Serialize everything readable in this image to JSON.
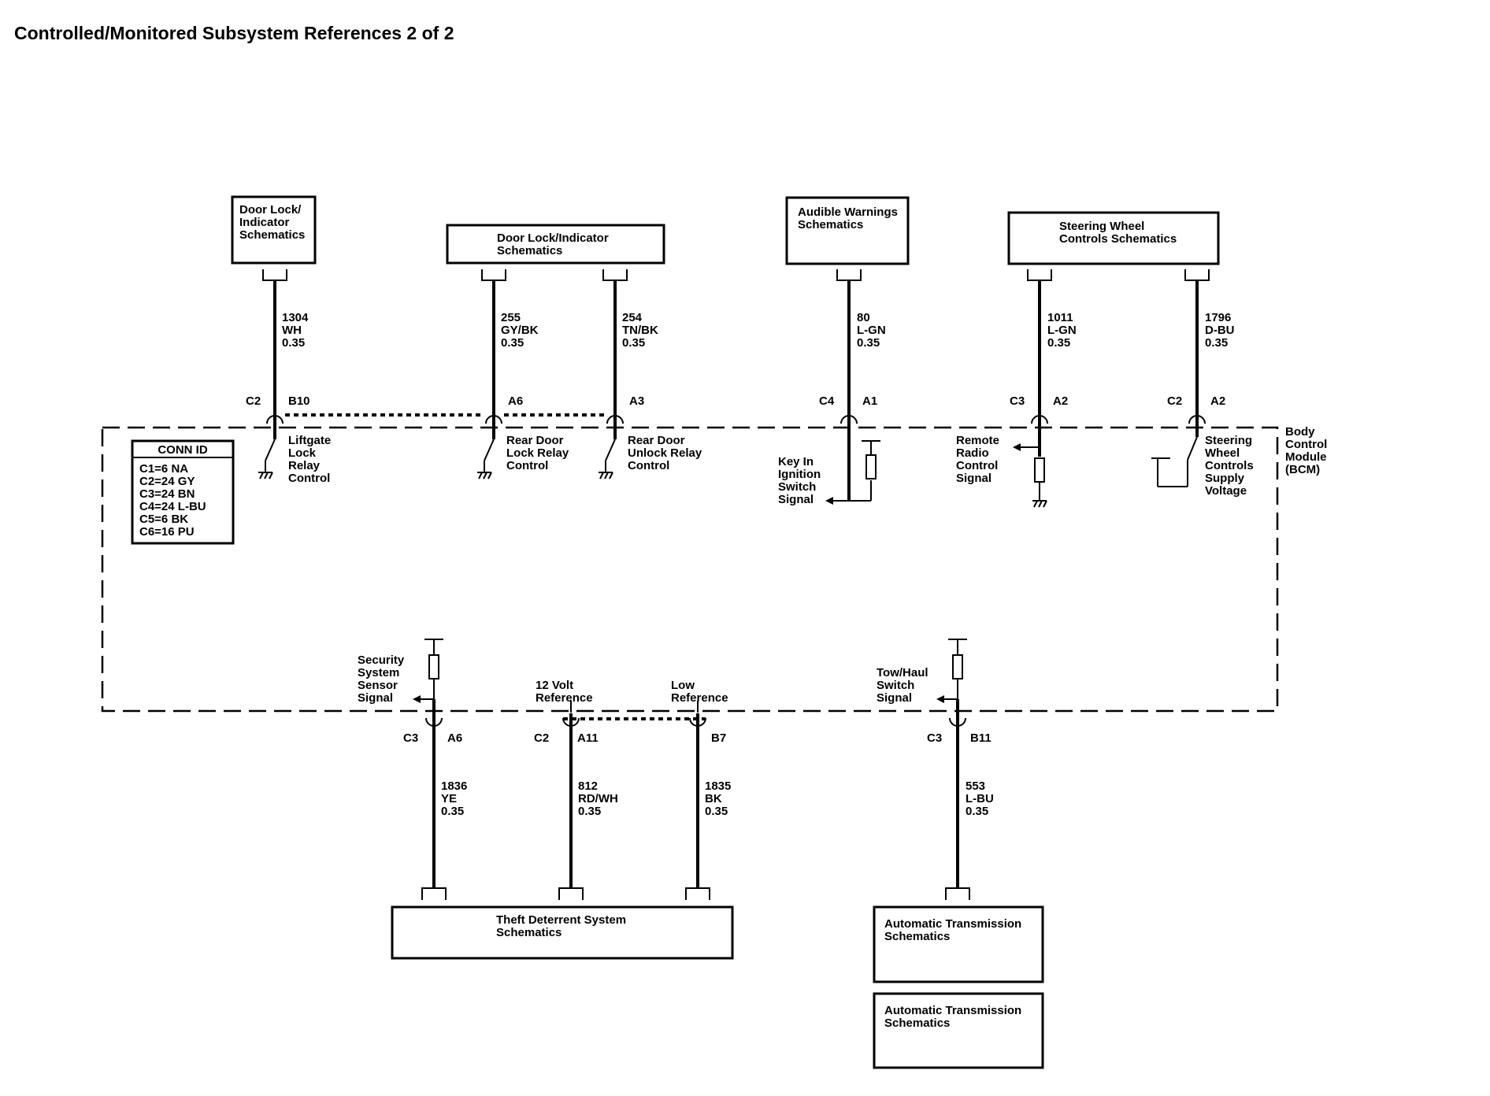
{
  "title": "Controlled/Monitored Subsystem References 2 of 2",
  "module": {
    "label_lines": [
      "Body",
      "Control",
      "Module",
      "(BCM)"
    ]
  },
  "conn_id": {
    "header": "CONN ID",
    "rows": [
      "C1=6 NA",
      "C2=24 GY",
      "C3=24 BN",
      "C4=24 L-BU",
      "C5=6 BK",
      "C6=16 PU"
    ]
  },
  "top_boxes": [
    {
      "lines": [
        "Door Lock/",
        "Indicator",
        "Schematics"
      ]
    },
    {
      "lines": [
        "Door Lock/Indicator",
        "Schematics"
      ]
    },
    {
      "lines": [
        "Audible Warnings",
        "Schematics"
      ]
    },
    {
      "lines": [
        "Steering Wheel",
        "Controls Schematics"
      ]
    }
  ],
  "top_circuits": [
    {
      "circuit": "1304",
      "color": "WH",
      "gauge": "0.35",
      "connector": "C2",
      "pin": "B10",
      "function": [
        "Liftgate",
        "Lock",
        "Relay",
        "Control"
      ]
    },
    {
      "circuit": "255",
      "color": "GY/BK",
      "gauge": "0.35",
      "connector": "",
      "pin": "A6",
      "function": [
        "Rear Door",
        "Lock Relay",
        "Control"
      ]
    },
    {
      "circuit": "254",
      "color": "TN/BK",
      "gauge": "0.35",
      "connector": "",
      "pin": "A3",
      "function": [
        "Rear Door",
        "Unlock Relay",
        "Control"
      ]
    },
    {
      "circuit": "80",
      "color": "L-GN",
      "gauge": "0.35",
      "connector": "C4",
      "pin": "A1",
      "function": [
        "Key In",
        "Ignition",
        "Switch",
        "Signal"
      ]
    },
    {
      "circuit": "1011",
      "color": "L-GN",
      "gauge": "0.35",
      "connector": "C3",
      "pin": "A2",
      "function": [
        "Remote",
        "Radio",
        "Control",
        "Signal"
      ]
    },
    {
      "circuit": "1796",
      "color": "D-BU",
      "gauge": "0.35",
      "connector": "C2",
      "pin": "A2",
      "function": [
        "Steering",
        "Wheel",
        "Controls",
        "Supply",
        "Voltage"
      ]
    }
  ],
  "bottom_circuits": [
    {
      "circuit": "1836",
      "color": "YE",
      "gauge": "0.35",
      "connector": "C3",
      "pin": "A6",
      "function": [
        "Security",
        "System",
        "Sensor",
        "Signal"
      ]
    },
    {
      "circuit": "812",
      "color": "RD/WH",
      "gauge": "0.35",
      "connector": "C2",
      "pin": "A11",
      "function": [
        "12 Volt",
        "Reference"
      ]
    },
    {
      "circuit": "1835",
      "color": "BK",
      "gauge": "0.35",
      "connector": "",
      "pin": "B7",
      "function": [
        "Low",
        "Reference"
      ]
    },
    {
      "circuit": "553",
      "color": "L-BU",
      "gauge": "0.35",
      "connector": "C3",
      "pin": "B11",
      "function": [
        "Tow/Haul",
        "Switch",
        "Signal"
      ]
    }
  ],
  "bottom_boxes": [
    {
      "lines": [
        "Theft Deterrent System",
        "Schematics"
      ]
    },
    {
      "lines": [
        "Automatic Transmission",
        "Schematics"
      ]
    },
    {
      "lines": [
        "Automatic Transmission",
        "Schematics"
      ]
    }
  ]
}
